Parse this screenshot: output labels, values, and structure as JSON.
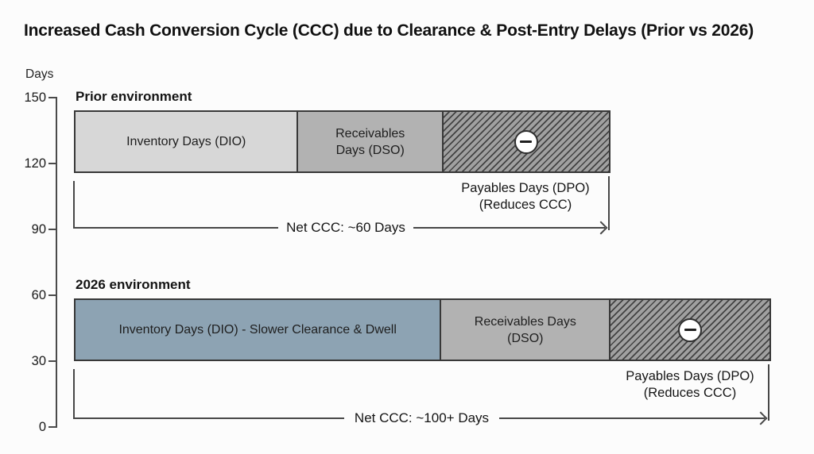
{
  "title": "Increased Cash Conversion Cycle (CCC) due to Clearance & Post-Entry Delays (Prior vs 2026)",
  "y_axis": {
    "label": "Days",
    "ticks": [
      "150",
      "120",
      "90",
      "60",
      "30",
      "0"
    ]
  },
  "prior": {
    "heading": "Prior environment",
    "seg_dio_label": "Inventory Days (DIO)",
    "seg_dso_line1": "Receivables",
    "seg_dso_line2": "Days (DSO)",
    "seg_dio_width_pct": 41.5,
    "seg_dso_width_pct": 27.2,
    "seg_dpo_width_pct": 31.3,
    "dpo_line1": "Payables Days (DPO)",
    "dpo_line2": "(Reduces CCC)",
    "net_label": "Net CCC: ~60 Days"
  },
  "env2026": {
    "heading": "2026 environment",
    "seg_dio_label": "Inventory Days (DIO) - Slower Clearance & Dwell",
    "seg_dso_line1": "Receivables Days",
    "seg_dso_line2": "(DSO)",
    "seg_dio_width_pct": 52.5,
    "seg_dso_width_pct": 24.4,
    "seg_dpo_width_pct": 23.1,
    "dpo_line1": "Payables Days (DPO)",
    "dpo_line2": "(Reduces CCC)",
    "net_label": "Net CCC: ~100+ Days"
  },
  "colors": {
    "dio_prior_fill": "#d7d7d7",
    "dso_fill": "#b2b2b2",
    "dio_2026_fill": "#8da3b3",
    "dpo_hatch_bg": "#a0a0a0",
    "dpo_hatch_line": "#424242",
    "bar_border": "#383838",
    "arrow_line": "#474747",
    "background": "#fcfcfc"
  },
  "chart_data": {
    "type": "bar",
    "variant": "horizontal_stacked_comparison",
    "title": "Increased Cash Conversion Cycle (CCC) due to Clearance & Post-Entry Delays (Prior vs 2026)",
    "ylabel": "Days",
    "yticks": [
      150,
      120,
      90,
      60,
      30,
      0
    ],
    "ylim": [
      0,
      150
    ],
    "grid": false,
    "legend": "none",
    "groups": [
      {
        "name": "Prior environment",
        "net_ccc_label": "Net CCC: ~60 Days",
        "net_ccc_days_text": "~60 Days",
        "bar_width_pct_of_axis": 77,
        "segments": [
          {
            "label": "Inventory Days (DIO)",
            "width_pct_of_bar": 41.5,
            "fill": "#d7d7d7",
            "pattern": "solid"
          },
          {
            "label": "Receivables Days (DSO)",
            "width_pct_of_bar": 27.2,
            "fill": "#b2b2b2",
            "pattern": "solid"
          },
          {
            "label": "Payables Days (DPO) (Reduces CCC)",
            "width_pct_of_bar": 31.3,
            "fill": "#a0a0a0",
            "pattern": "diagonal-hatch",
            "icon": "minus-circle"
          }
        ]
      },
      {
        "name": "2026 environment",
        "net_ccc_label": "Net CCC: ~100+ Days",
        "net_ccc_days_text": "~100+ Days",
        "bar_width_pct_of_axis": 100,
        "segments": [
          {
            "label": "Inventory Days (DIO) - Slower Clearance & Dwell",
            "width_pct_of_bar": 52.5,
            "fill": "#8da3b3",
            "pattern": "solid"
          },
          {
            "label": "Receivables Days (DSO)",
            "width_pct_of_bar": 24.4,
            "fill": "#b2b2b2",
            "pattern": "solid"
          },
          {
            "label": "Payables Days (DPO) (Reduces CCC)",
            "width_pct_of_bar": 23.1,
            "fill": "#a0a0a0",
            "pattern": "diagonal-hatch",
            "icon": "minus-circle"
          }
        ]
      }
    ]
  }
}
